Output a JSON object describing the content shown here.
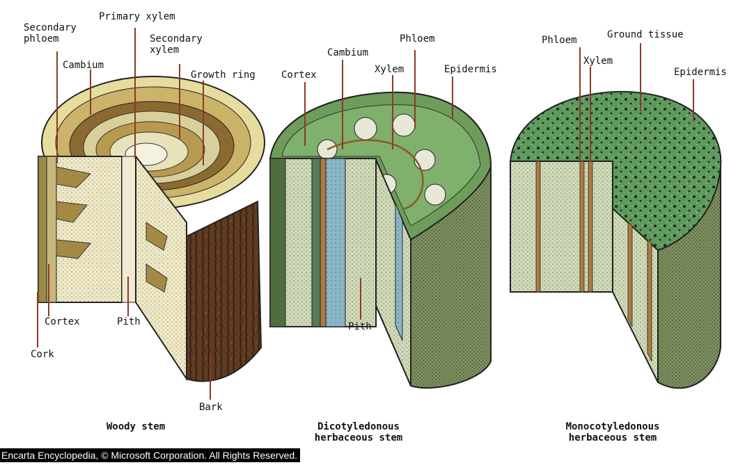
{
  "woody": {
    "secondary_phloem": "Secondary\nphloem",
    "primary_xylem": "Primary xylem",
    "secondary_xylem": "Secondary\nxylem",
    "cambium": "Cambium",
    "growth_ring": "Growth ring",
    "cortex": "Cortex",
    "pith": "Pith",
    "cork": "Cork",
    "bark": "Bark",
    "caption": "Woody stem"
  },
  "dicot": {
    "cambium": "Cambium",
    "phloem": "Phloem",
    "cortex": "Cortex",
    "xylem": "Xylem",
    "epidermis": "Epidermis",
    "pith": "Pith",
    "caption": "Dicotyledonous\nherbaceous stem"
  },
  "monocot": {
    "phloem": "Phloem",
    "ground_tissue": "Ground tissue",
    "xylem": "Xylem",
    "epidermis": "Epidermis",
    "caption": "Monocotyledonous\nherbaceous stem"
  },
  "credit": "Encarta Encyclopedia, © Microsoft Corporation. All Rights Reserved.",
  "colors": {
    "bark": "#5e3b22",
    "wood_light": "#eee7c4",
    "cambium_brown": "#8a5a2a",
    "cortex_green": "#7aa65a",
    "dark_green": "#3d6b3a",
    "mono_green": "#5e9a5e",
    "phloem_blue": "#8ab6c6"
  }
}
